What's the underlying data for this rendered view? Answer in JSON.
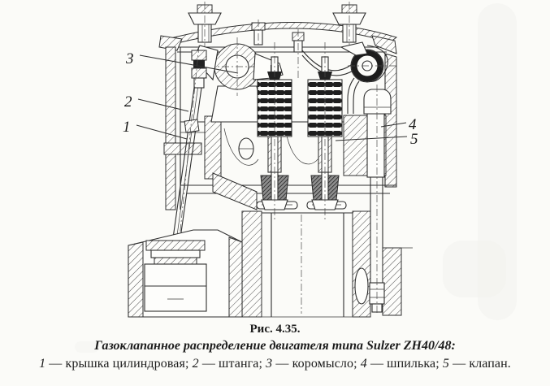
{
  "figure": {
    "number": "Рис. 4.35.",
    "title": "Газоклапанное распределение двигателя типа Sulzer ZH40/48:",
    "legend": {
      "dash": " — ",
      "items": [
        {
          "num": "1",
          "name": "крышка цилиндровая",
          "tail": "; "
        },
        {
          "num": "2",
          "name": "штанга",
          "tail": "; "
        },
        {
          "num": "3",
          "name": "коромысло",
          "tail": "; "
        },
        {
          "num": "4",
          "name": "шпилька",
          "tail": "; "
        },
        {
          "num": "5",
          "name": "клапан",
          "tail": "."
        }
      ]
    },
    "callouts": {
      "c1": "1",
      "c2": "2",
      "c3": "3",
      "c4": "4",
      "c5": "5"
    },
    "colors": {
      "ink": "#1c1c1c",
      "paper": "#fbfbf8",
      "line": "#2f2f2f"
    }
  }
}
